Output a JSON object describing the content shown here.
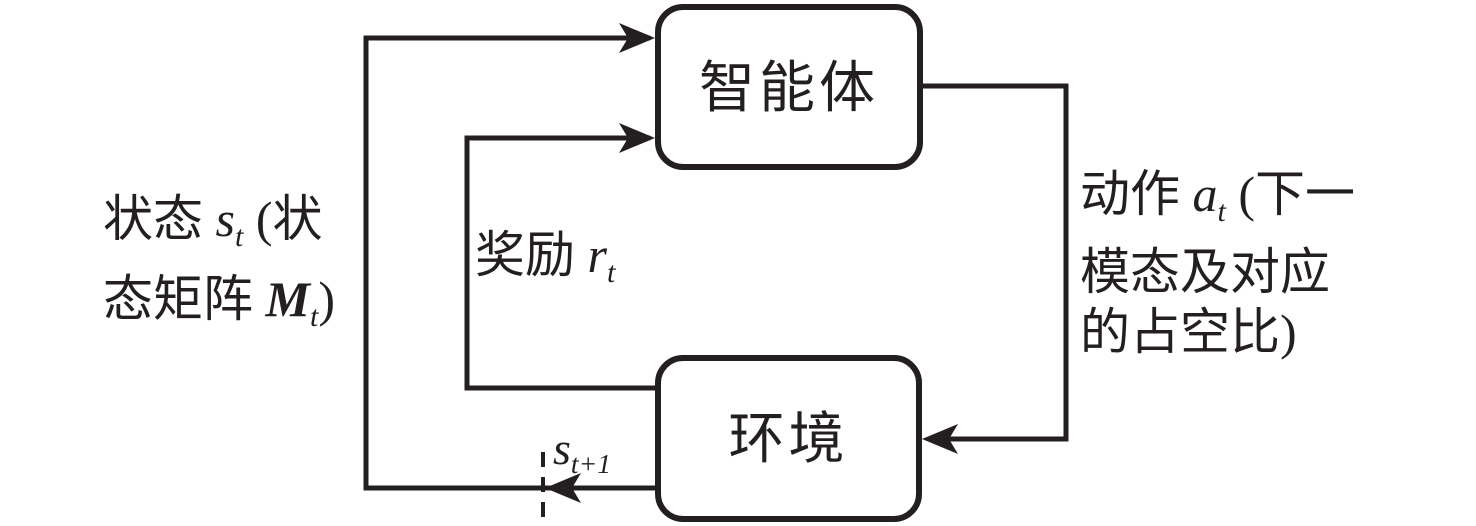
{
  "colors": {
    "background": "#ffffff",
    "ink": "#231f20"
  },
  "boxes": {
    "agent": {
      "label": "智能体"
    },
    "environment": {
      "label": "环境"
    }
  },
  "labels": {
    "state": {
      "line1_text": "状态 ",
      "line1_var": "s",
      "line1_sub": "t",
      "line1_after": " (状",
      "line2_text": "态矩阵 ",
      "line2_var": "M",
      "line2_sub": "t",
      "line2_after": ")"
    },
    "reward": {
      "text": "奖励 ",
      "var": "r",
      "sub": "t"
    },
    "action": {
      "line1_text": "动作 ",
      "line1_var": "a",
      "line1_sub": "t",
      "line1_after": " (下一",
      "line2": "模态及对应",
      "line3": "的占空比)"
    },
    "next_state": {
      "var": "s",
      "sub": "t+1"
    }
  }
}
